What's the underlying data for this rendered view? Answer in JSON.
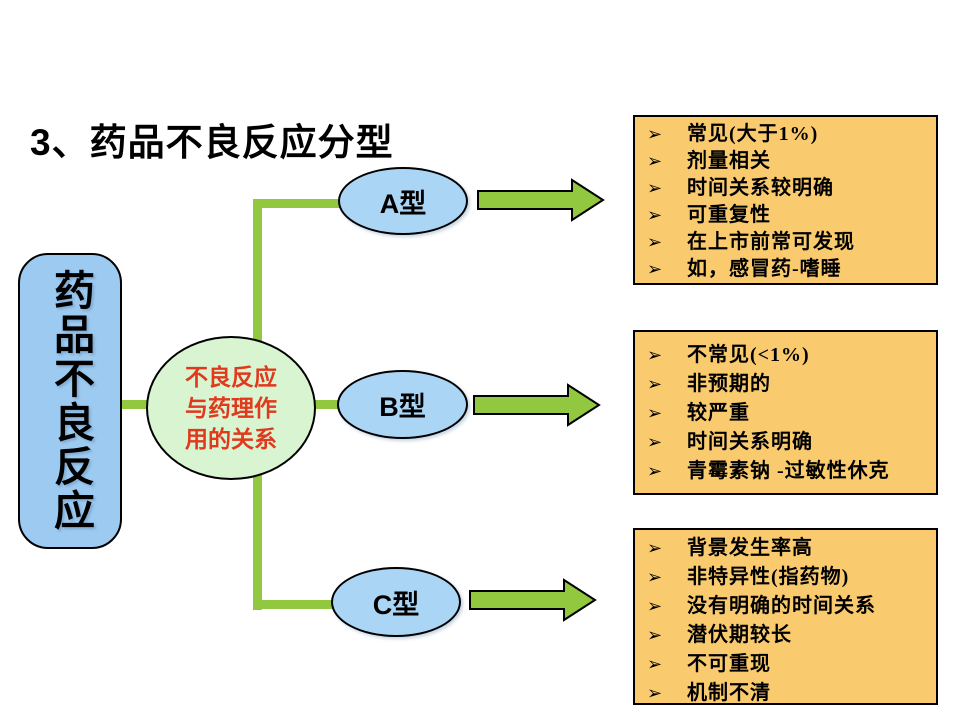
{
  "slide": {
    "title": "3、药品不良反应分型"
  },
  "colors": {
    "node-blue": "#9CCAF0",
    "ellipse-blue": "#AAD5F4",
    "relation-green": "#D8F4D0",
    "line-green": "#92C83F",
    "box-orange": "#FACB6E",
    "red-text": "#E0391D"
  },
  "diagram": {
    "root_node_label": "药品不良反应",
    "relation_node_label": "不良反应\n与药理作\n用的关系",
    "bullet": "➢",
    "type_a": {
      "label": "A型",
      "items": [
        "常见(大于1%)",
        "剂量相关",
        "时间关系较明确",
        "可重复性",
        "在上市前常可发现",
        "如，感冒药-嗜睡"
      ]
    },
    "type_b": {
      "label": "B型",
      "items": [
        "不常见(<1%)",
        "非预期的",
        "较严重",
        "时间关系明确",
        "青霉素钠 -过敏性休克"
      ]
    },
    "type_c": {
      "label": "C型",
      "items": [
        "背景发生率高",
        "非特异性(指药物)",
        "没有明确的时间关系",
        "潜伏期较长",
        "不可重现",
        "机制不清"
      ]
    }
  }
}
